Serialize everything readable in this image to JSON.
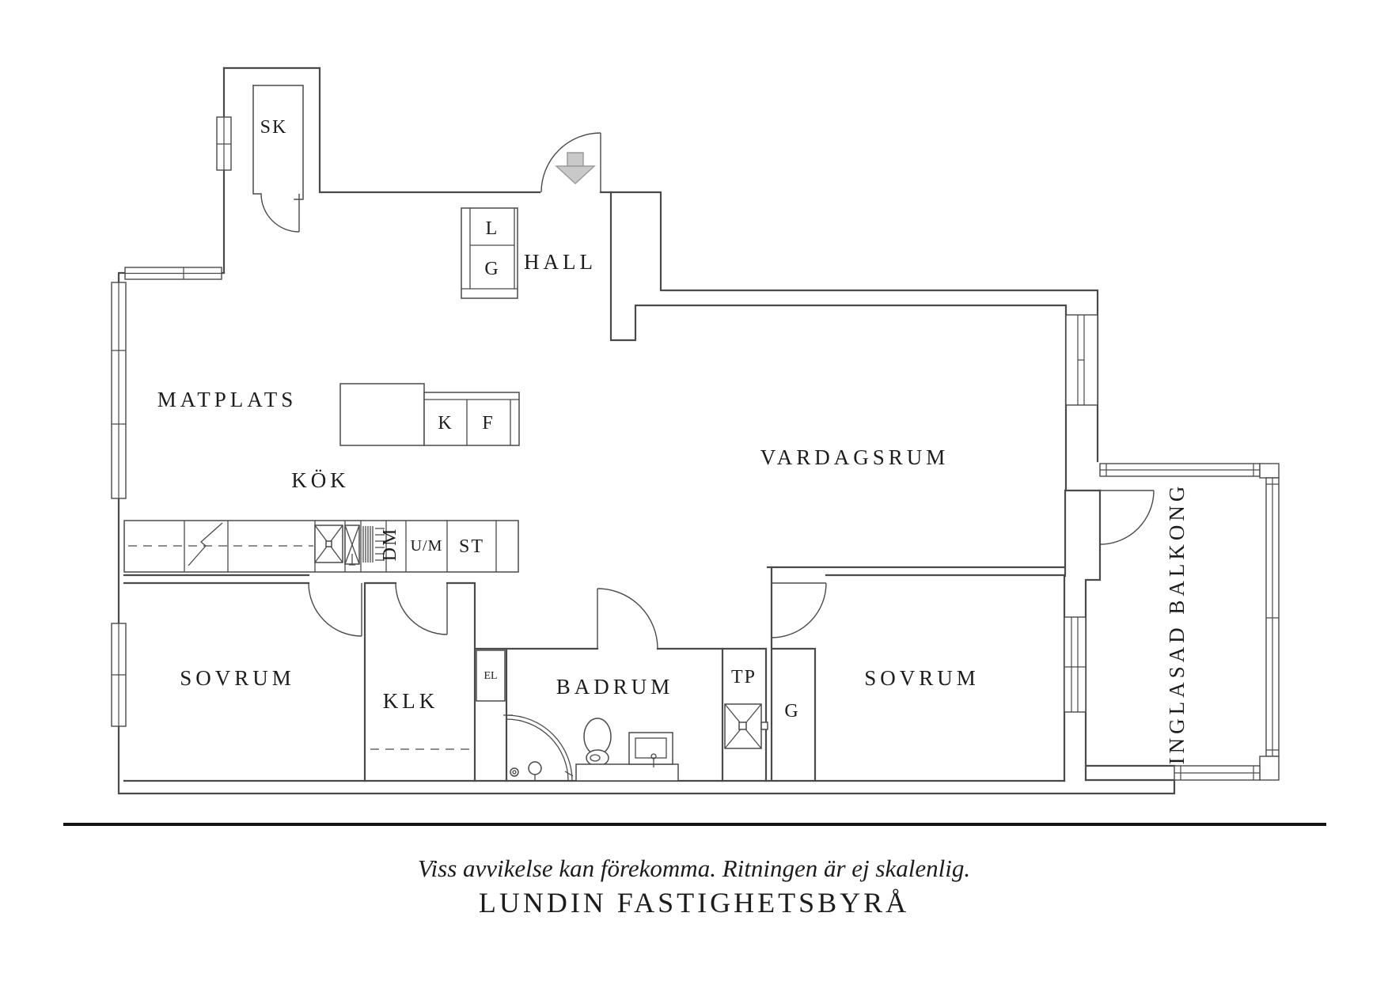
{
  "labels": {
    "sk": "SK",
    "hall": "HALL",
    "l": "L",
    "g_hall": "G",
    "matplats": "MATPLATS",
    "kok": "KÖK",
    "k": "K",
    "f": "F",
    "dm": "DM",
    "um": "U/M",
    "st": "ST",
    "vardagsrum": "VARDAGSRUM",
    "sovrum_left": "SOVRUM",
    "klk": "KLK",
    "el": "EL",
    "badrum": "BADRUM",
    "tp": "TP",
    "g_closet": "G",
    "sovrum_right": "SOVRUM",
    "balkong": "INGLASAD BALKONG"
  },
  "footer": {
    "disclaimer": "Viss avvikelse kan förekomma. Ritningen är ej skalenlig.",
    "brand": "LUNDIN FASTIGHETSBYRÅ"
  },
  "colors": {
    "wall": "#4a4a4a",
    "label": "#1c1c1c",
    "entry_arrow_fill": "#c9c9c9",
    "entry_arrow_stroke": "#9b9b9b",
    "background": "#ffffff",
    "divider": "#141414"
  }
}
